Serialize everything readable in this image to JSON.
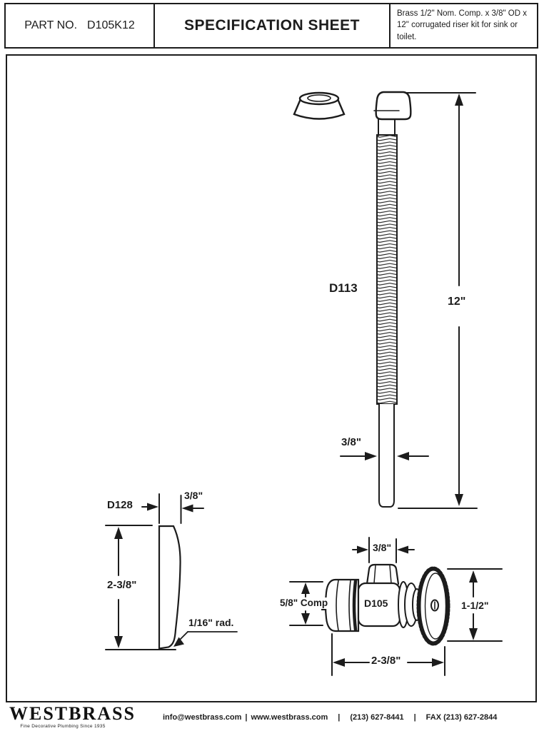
{
  "header": {
    "part_label": "PART NO.",
    "part_number": "D105K12",
    "title": "SPECIFICATION SHEET",
    "description": "Brass 1/2\" Nom. Comp. x 3/8\" OD x 12\" corrugated riser kit for sink or toilet."
  },
  "drawing": {
    "riser": {
      "part": "D113",
      "length": "12\"",
      "od": "3/8\""
    },
    "escutcheon": {
      "part": "D128",
      "thickness": "3/8\"",
      "height": "2-3/8\"",
      "radius": "1/16\" rad."
    },
    "valve": {
      "part": "D105",
      "top_od": "3/8\"",
      "inlet": "5/8\" Comp",
      "handle_od": "1-1/2\"",
      "width": "2-3/8\""
    }
  },
  "footer": {
    "brand": "WESTBRASS",
    "tagline": "Fine Decorative Plumbing Since 1935",
    "email": "info@westbrass.com",
    "website": "www.westbrass.com",
    "phone": "(213) 627-8441",
    "fax": "FAX (213) 627-2844",
    "separator": "|"
  },
  "colors": {
    "ink": "#1c1c1c"
  }
}
